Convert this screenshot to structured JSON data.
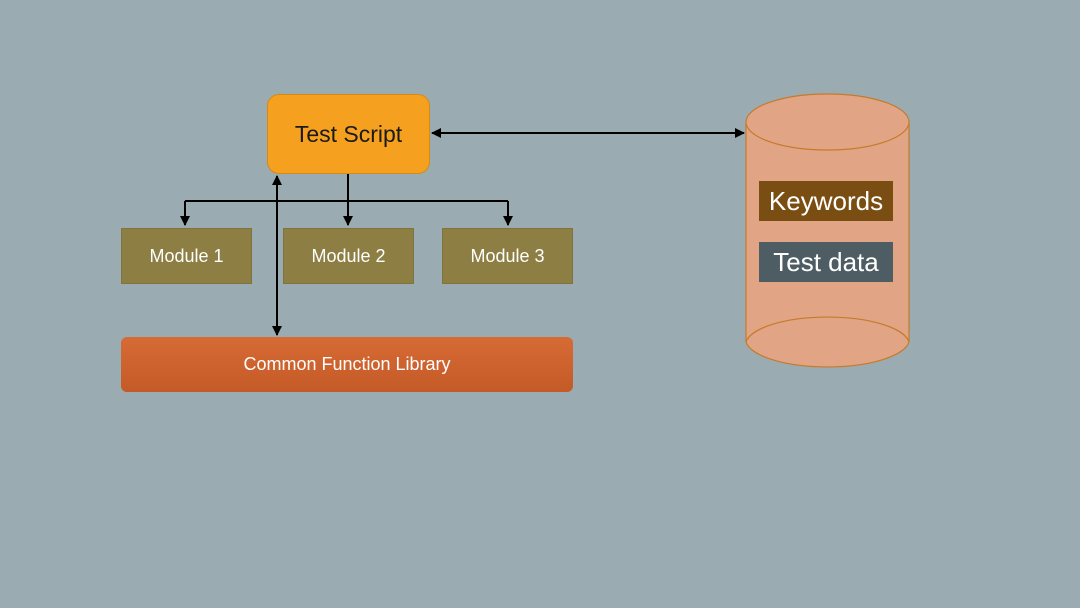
{
  "diagram": {
    "test_script": "Test Script",
    "modules": [
      "Module 1",
      "Module 2",
      "Module 3"
    ],
    "library": "Common Function Library",
    "database": {
      "keywords": "Keywords",
      "test_data": "Test data"
    }
  },
  "colors": {
    "background": "#9aacb1",
    "test_script": "#f5a01e",
    "module": "#8d7f44",
    "library": "#c95f2b",
    "cylinder": "#e1a585",
    "keywords_label": "#7a4e12",
    "test_data_label": "#4e5d63",
    "connector": "#000000"
  }
}
